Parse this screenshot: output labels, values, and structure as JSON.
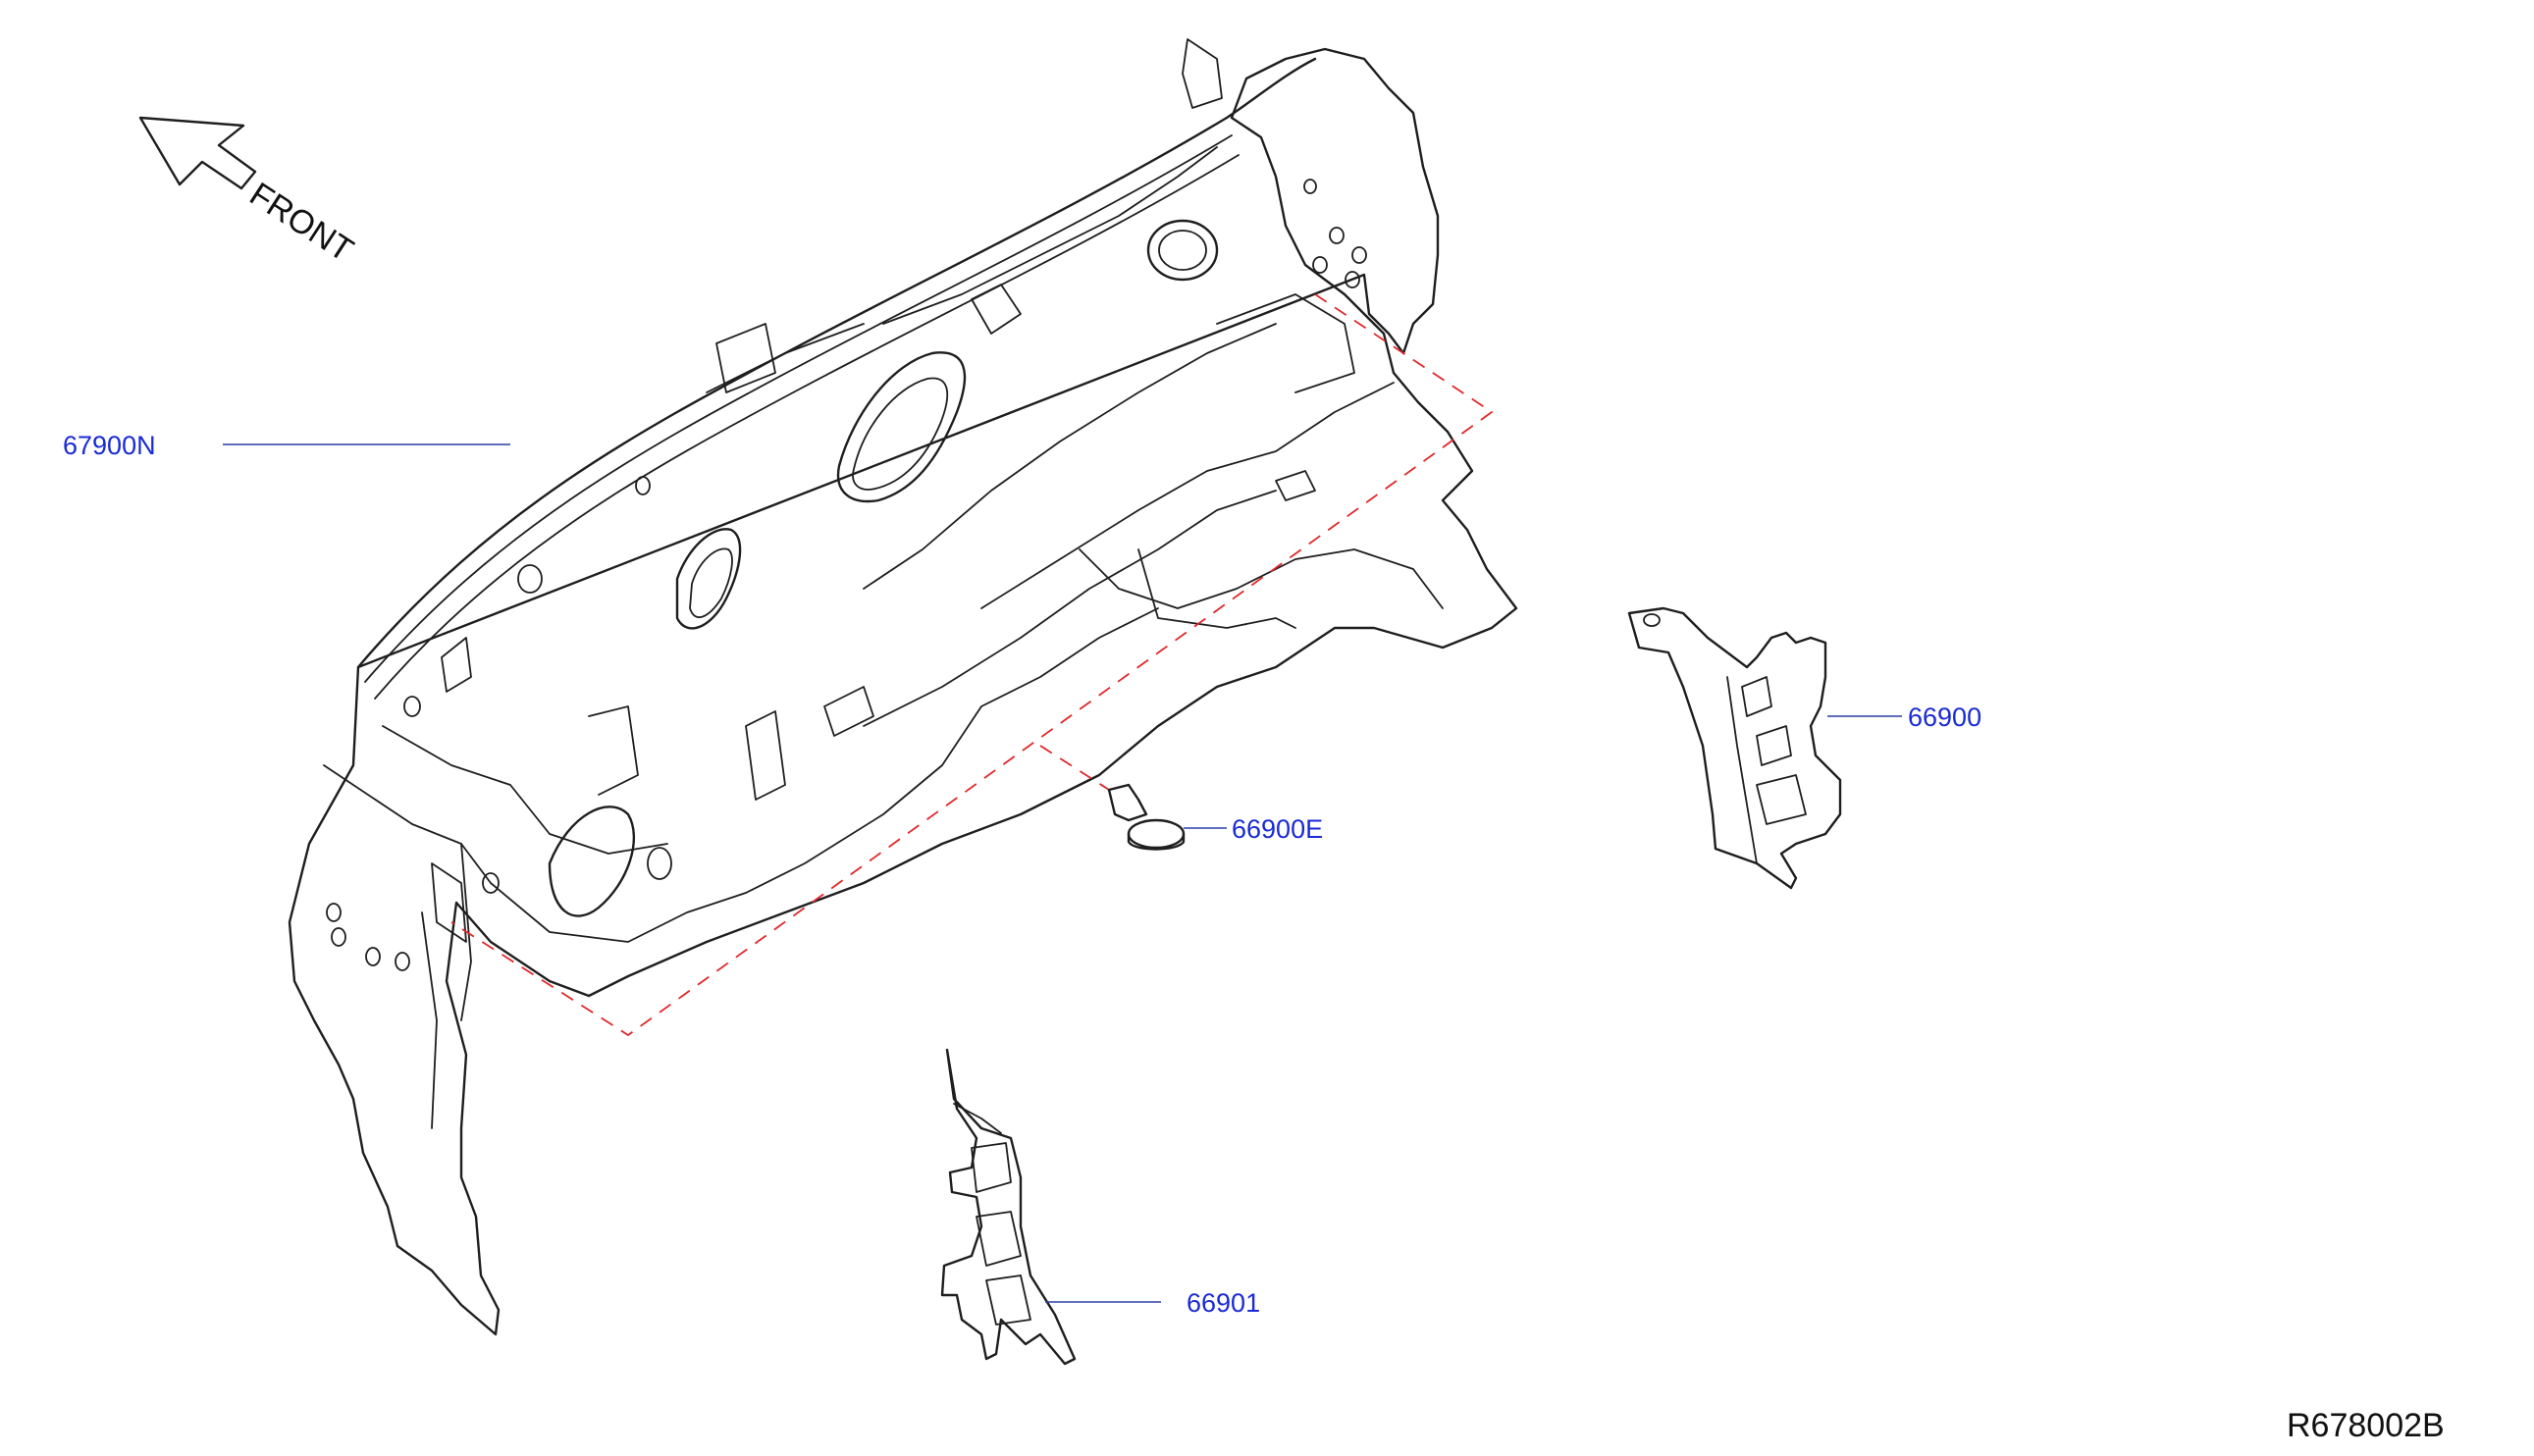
{
  "direction_label": "FRONT",
  "reference_code": "R678002B",
  "colors": {
    "callout_text": "#1a2ad6",
    "leader_line": "#2a3fa6",
    "dashed_guide": "#e0282a",
    "outline": "#1e1e1e"
  },
  "callouts": {
    "insulator": {
      "part_number": "67900N"
    },
    "clip": {
      "part_number": "66900E"
    },
    "right_insulator": {
      "part_number": "66900"
    },
    "left_insulator": {
      "part_number": "66901"
    }
  },
  "icons": [
    "front-arrow-icon"
  ]
}
